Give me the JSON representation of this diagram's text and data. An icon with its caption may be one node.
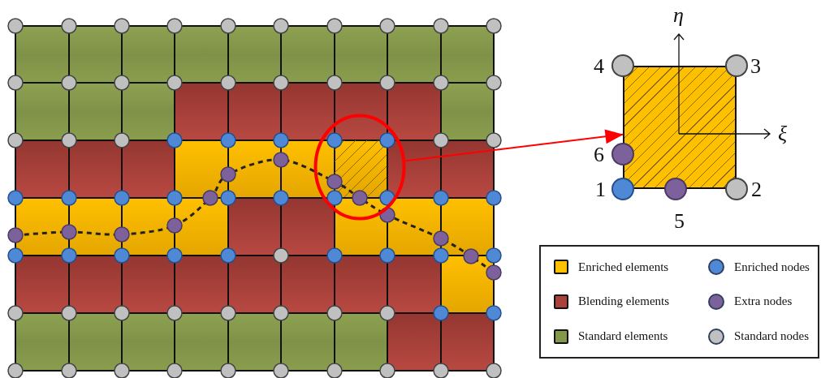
{
  "diagram": {
    "nodes": [
      {
        "text": [],
        "shape": "circle"
      },
      {
        "text": [],
        "shape": "box"
      }
    ],
    "edges": [
      {
        "from": 0,
        "to": 1,
        "arrow": "to",
        "color": "#ff0000"
      }
    ],
    "labels": [
      "η",
      "ξ",
      "4",
      "3",
      "6",
      "1",
      "5",
      "2"
    ],
    "legend": [
      {
        "text": "Enriched elements",
        "color": "#ffc000"
      },
      {
        "text": "Enriched nodes",
        "color": "#4f88d4"
      },
      {
        "text": "Blending elements",
        "color": "#a8423a"
      },
      {
        "text": "Extra nodes",
        "color": "#7d619b"
      },
      {
        "text": "Standard elements",
        "color": "#84984b"
      },
      {
        "text": "Standard nodes",
        "color": "#c0c0c0"
      }
    ]
  }
}
